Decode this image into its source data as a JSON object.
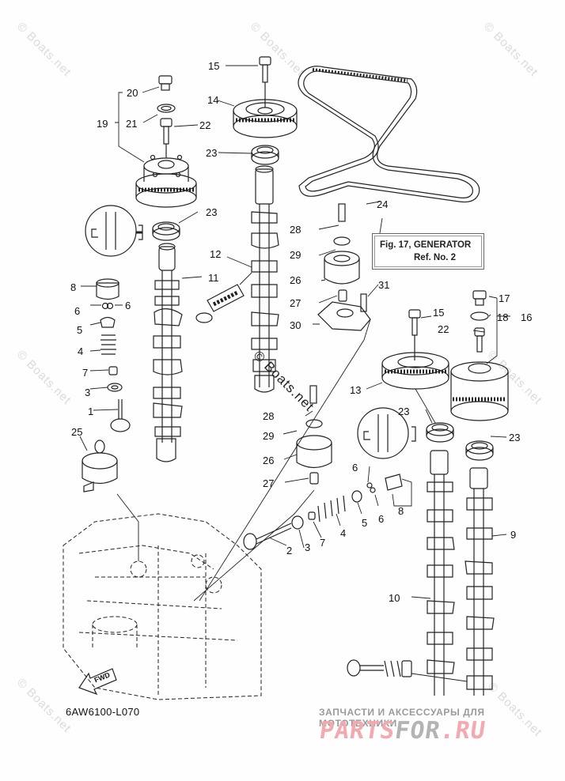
{
  "diagram": {
    "title": "Camshaft / Valve exploded view",
    "drawing_code": "6AW6100-L070",
    "forward_indicator": "FWD",
    "reference_box": {
      "line1": "Fig. 17, GENERATOR",
      "line2": "Ref. No. 2"
    },
    "callouts": [
      {
        "id": "c15a",
        "text": "15"
      },
      {
        "id": "c14",
        "text": "14"
      },
      {
        "id": "c20",
        "text": "20"
      },
      {
        "id": "c19",
        "text": "19"
      },
      {
        "id": "c21",
        "text": "21"
      },
      {
        "id": "c22a",
        "text": "22"
      },
      {
        "id": "c23a",
        "text": "23"
      },
      {
        "id": "c23b",
        "text": "23"
      },
      {
        "id": "c24",
        "text": "24"
      },
      {
        "id": "c28a",
        "text": "28"
      },
      {
        "id": "c29a",
        "text": "29"
      },
      {
        "id": "c26a",
        "text": "26"
      },
      {
        "id": "c27a",
        "text": "27"
      },
      {
        "id": "c30",
        "text": "30"
      },
      {
        "id": "c31",
        "text": "31"
      },
      {
        "id": "c12",
        "text": "12"
      },
      {
        "id": "c11",
        "text": "11"
      },
      {
        "id": "c8a",
        "text": "8"
      },
      {
        "id": "c6a",
        "text": "6"
      },
      {
        "id": "c6b",
        "text": "6"
      },
      {
        "id": "c5a",
        "text": "5"
      },
      {
        "id": "c4a",
        "text": "4"
      },
      {
        "id": "c7a",
        "text": "7"
      },
      {
        "id": "c3a",
        "text": "3"
      },
      {
        "id": "c1",
        "text": "1"
      },
      {
        "id": "c25",
        "text": "25"
      },
      {
        "id": "c15b",
        "text": "15"
      },
      {
        "id": "c17",
        "text": "17"
      },
      {
        "id": "c18",
        "text": "18"
      },
      {
        "id": "c16",
        "text": "16"
      },
      {
        "id": "c22b",
        "text": "22"
      },
      {
        "id": "c13",
        "text": "13"
      },
      {
        "id": "c23c",
        "text": "23"
      },
      {
        "id": "c23d",
        "text": "23"
      },
      {
        "id": "c28b",
        "text": "28"
      },
      {
        "id": "c29b",
        "text": "29"
      },
      {
        "id": "c26b",
        "text": "26"
      },
      {
        "id": "c27b",
        "text": "27"
      },
      {
        "id": "c6c",
        "text": "6"
      },
      {
        "id": "c6d",
        "text": "6"
      },
      {
        "id": "c8b",
        "text": "8"
      },
      {
        "id": "c5b",
        "text": "5"
      },
      {
        "id": "c4b",
        "text": "4"
      },
      {
        "id": "c7b",
        "text": "7"
      },
      {
        "id": "c3b",
        "text": "3"
      },
      {
        "id": "c2",
        "text": "2"
      },
      {
        "id": "c9",
        "text": "9"
      },
      {
        "id": "c10",
        "text": "10"
      }
    ]
  },
  "watermark": {
    "text": "© Boats.net",
    "center_text": "© Boats.net"
  },
  "promo": {
    "tagline": "ЗАПЧАСТИ И АКСЕССУАРЫ ДЛЯ МОТОТЕХНИКИ",
    "brand_part1": "PARTS",
    "brand_part2": "FOR",
    "brand_part3": ".RU"
  }
}
